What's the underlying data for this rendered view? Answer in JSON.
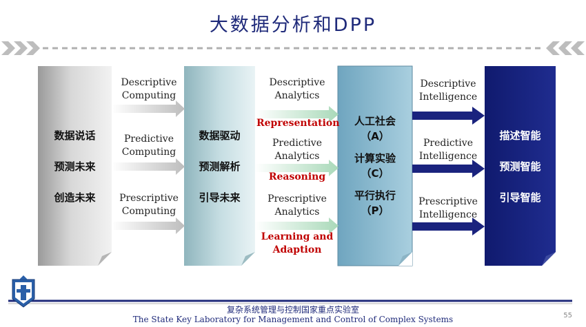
{
  "title": "大数据分析和DPP",
  "column1": {
    "items": [
      "数据说话",
      "预测未来",
      "创造未来"
    ]
  },
  "column2": {
    "items": [
      "数据驱动",
      "预测解析",
      "引导未来"
    ]
  },
  "column3": {
    "items": [
      {
        "line1": "人工社会",
        "line2": "（A）"
      },
      {
        "line1": "计算实验",
        "line2": "（C）"
      },
      {
        "line1": "平行执行",
        "line2": "（P）"
      }
    ]
  },
  "column4": {
    "items": [
      "描述智能",
      "预测智能",
      "引导智能"
    ]
  },
  "stage1_labels": [
    {
      "line1": "Descriptive",
      "line2": "Computing"
    },
    {
      "line1": "Predictive",
      "line2": "Computing"
    },
    {
      "line1": "Prescriptive",
      "line2": "Computing"
    }
  ],
  "stage2_labels": [
    {
      "line1": "Descriptive",
      "line2": "Analytics"
    },
    {
      "line1": "Predictive",
      "line2": "Analytics"
    },
    {
      "line1": "Prescriptive",
      "line2": "Analytics"
    }
  ],
  "stage2_red": [
    {
      "line1": "Representation"
    },
    {
      "line1": "Reasoning"
    },
    {
      "line1": "Learning and",
      "line2": "Adaption"
    }
  ],
  "stage3_labels": [
    {
      "line1": "Descriptive",
      "line2": "Intelligence"
    },
    {
      "line1": "Predictive",
      "line2": "Intelligence"
    },
    {
      "line1": "Prescriptive",
      "line2": "Intelligence"
    }
  ],
  "footer": {
    "chinese": "复杂系统管理与控制国家重点实验室",
    "english": "The State Key Laboratory for Management and Control of Complex Systems",
    "page_number": "55"
  },
  "colors": {
    "title": "#1f2a7a",
    "red_text": "#c00000",
    "intelligence_box": "#1a237e",
    "intelligence_arrow": "#1a237e",
    "acp_box": "#7fb6cc"
  }
}
